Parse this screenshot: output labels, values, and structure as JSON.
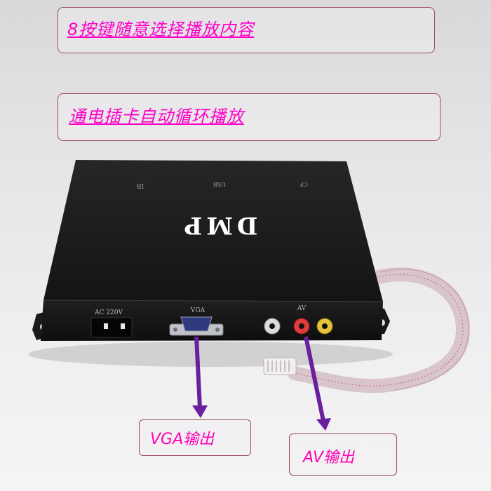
{
  "callouts": {
    "top": "8按键随意选择播放内容",
    "second": "通电插卡自动循环播放"
  },
  "device": {
    "brand": "DMP",
    "top_ports": {
      "ir": "IR",
      "usb": "USB",
      "cf": "CF"
    },
    "front_ports": {
      "power": "AC 220V",
      "vga": "VGA",
      "av": "AV"
    }
  },
  "labels": {
    "vga_out": "VGA输出",
    "av_out": "AV输出"
  },
  "colors": {
    "callout_text": "#ff00c8",
    "callout_border": "#9b4a5a",
    "arrow": "#6a1f9e",
    "device_body": "#1b1b1d"
  }
}
